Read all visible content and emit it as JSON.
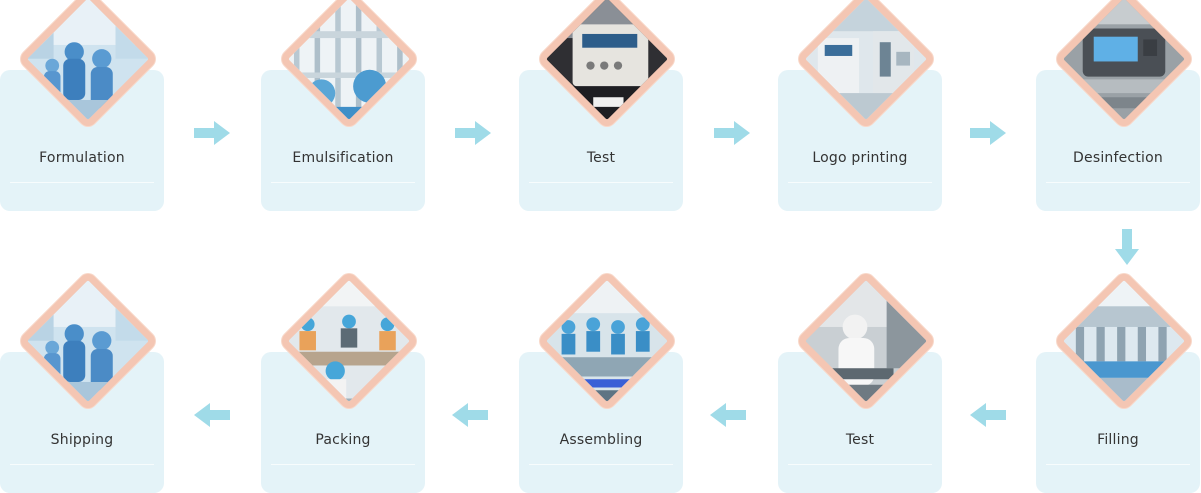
{
  "steps": [
    {
      "label": "Formulation",
      "photo": "cleanroom-workers-photo"
    },
    {
      "label": "Emulsification",
      "photo": "emulsification-machine-photo"
    },
    {
      "label": "Test",
      "photo": "lab-instrument-photo"
    },
    {
      "label": "Logo printing",
      "photo": "printing-machine-photo"
    },
    {
      "label": "Desinfection",
      "photo": "disinfection-machine-photo"
    },
    {
      "label": "Filling",
      "photo": "filling-line-photo"
    },
    {
      "label": "Test",
      "photo": "lab-technician-photo"
    },
    {
      "label": "Assembling",
      "photo": "assembly-line-photo"
    },
    {
      "label": "Packing",
      "photo": "packing-workers-photo"
    },
    {
      "label": "Shipping",
      "photo": "cleanroom-workers-photo"
    }
  ],
  "colors": {
    "card": "#e4f3f8",
    "diamond_border": "#f4c6b3",
    "arrow": "#9fdbe8",
    "text": "#333333"
  },
  "arrow_icons": [
    "arrow-right-icon",
    "arrow-down-icon",
    "arrow-left-icon"
  ]
}
